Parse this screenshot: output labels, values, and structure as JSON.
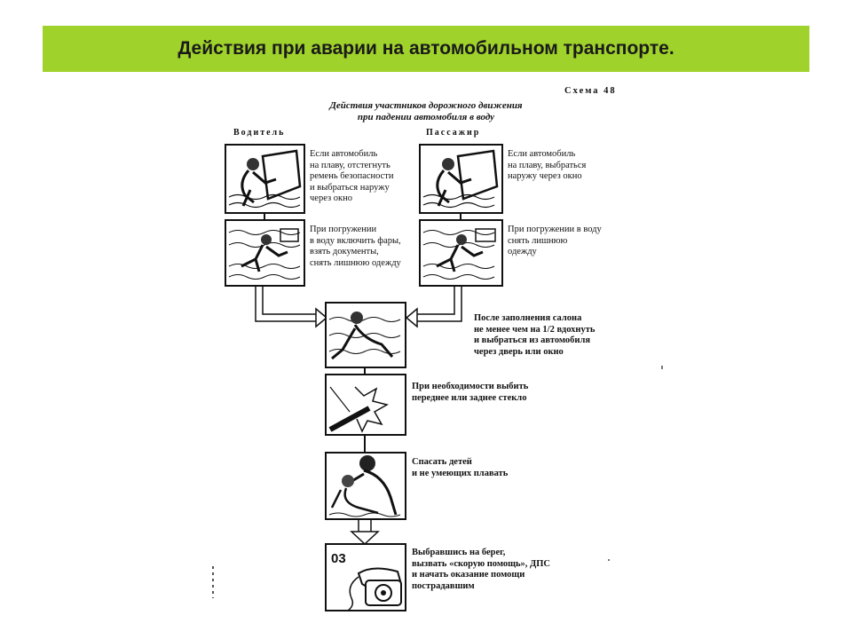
{
  "header": {
    "title": "Действия при аварии на автомобильном транспорте."
  },
  "scheme": {
    "label": "Схема 48",
    "heading": [
      "Действия участников дорожного движения",
      "при падении автомобиля в воду"
    ],
    "driver_column": "Водитель",
    "passenger_column": "Пассажир",
    "driver_steps": [
      [
        "Если автомобиль",
        "на плаву, отстегнуть",
        "ремень безопасности",
        "и выбраться наружу",
        "через окно"
      ],
      [
        "При погружении",
        "в воду включить фары,",
        "взять документы,",
        "снять лишнюю одежду"
      ]
    ],
    "passenger_steps": [
      [
        "Если автомобиль",
        "на плаву, выбраться",
        "наружу через окно"
      ],
      [
        "При погружении в воду",
        "снять лишнюю",
        "одежду"
      ]
    ],
    "common_steps": [
      [
        "После заполнения салона",
        "не менее чем на 1/2 вдохнуть",
        "и выбраться из автомобиля",
        "через дверь или окно"
      ],
      [
        "При необходимости выбить",
        "переднее или заднее стекло"
      ],
      [
        "Спасать детей",
        "и не умеющих плавать"
      ],
      [
        "Выбравшись на берег,",
        "вызвать «скорую помощь», ДПС",
        "и начать оказание помощи",
        "пострадавшим"
      ]
    ],
    "phone_number": "03"
  }
}
